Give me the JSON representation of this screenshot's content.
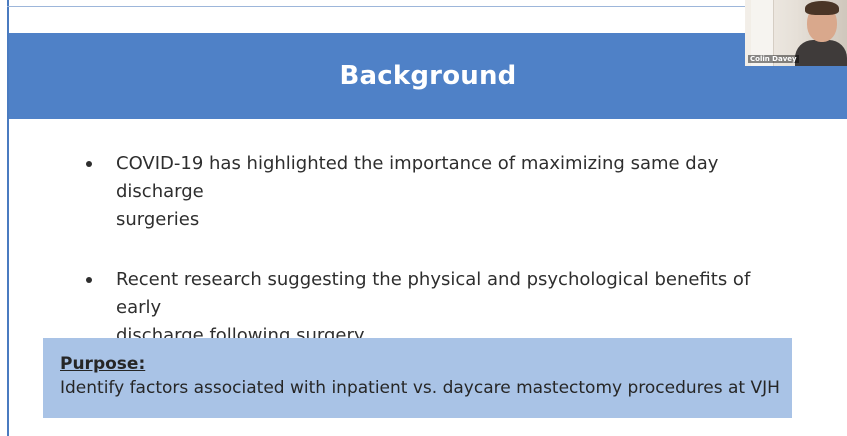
{
  "slide": {
    "title": "Background",
    "bullets": [
      {
        "line1": "COVID-19 has highlighted the importance of maximizing same day discharge",
        "line2": "surgeries"
      },
      {
        "line1": "Recent research suggesting the physical and psychological benefits of early",
        "line2": "discharge following surgery"
      }
    ],
    "purpose": {
      "heading": "Purpose:",
      "text": "Identify factors associated with inpatient vs. daycare mastectomy procedures at VJH"
    }
  },
  "video": {
    "participant_name": "Colin Davey"
  },
  "colors": {
    "title_bar": "#4f81c7",
    "purpose_box": "#a9c3e6",
    "text": "#2e2e2e"
  }
}
